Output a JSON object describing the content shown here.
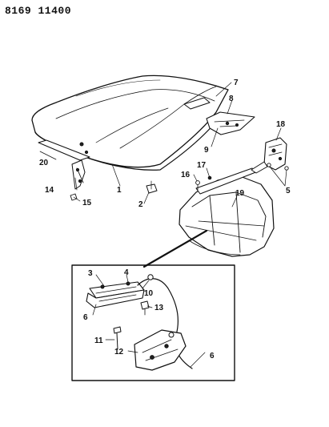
{
  "diagram": {
    "reference_code": "8169 11400",
    "callouts": [
      {
        "id": "c1",
        "label": "1"
      },
      {
        "id": "c2",
        "label": "2"
      },
      {
        "id": "c3",
        "label": "3"
      },
      {
        "id": "c4",
        "label": "4"
      },
      {
        "id": "c5",
        "label": "5"
      },
      {
        "id": "c6a",
        "label": "6"
      },
      {
        "id": "c6b",
        "label": "6"
      },
      {
        "id": "c7",
        "label": "7"
      },
      {
        "id": "c8",
        "label": "8"
      },
      {
        "id": "c9",
        "label": "9"
      },
      {
        "id": "c10",
        "label": "10"
      },
      {
        "id": "c11",
        "label": "11"
      },
      {
        "id": "c12",
        "label": "12"
      },
      {
        "id": "c13",
        "label": "13"
      },
      {
        "id": "c14",
        "label": "14"
      },
      {
        "id": "c15",
        "label": "15"
      },
      {
        "id": "c16",
        "label": "16"
      },
      {
        "id": "c17",
        "label": "17"
      },
      {
        "id": "c18",
        "label": "18"
      },
      {
        "id": "c19",
        "label": "19"
      },
      {
        "id": "c20",
        "label": "20"
      }
    ]
  }
}
